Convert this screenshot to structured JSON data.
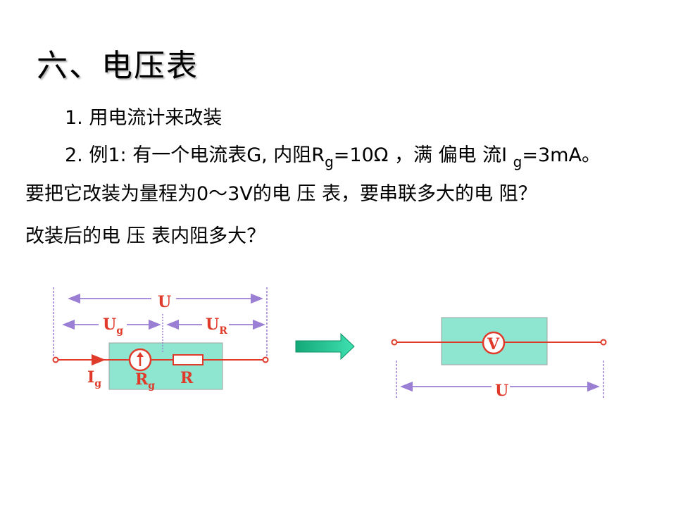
{
  "title": "六、电压表",
  "lines": {
    "l1": "1. 用电流计来改装",
    "l2_a": "2. 例1: 有一个电流表G, 内阻R",
    "l2_sub1": "g",
    "l2_b": "=10Ω ，满 偏电 流I ",
    "l2_sub2": "g",
    "l2_c": "=3mA。",
    "l3": "要把它改装为量程为0～3V的电 压 表，要串联多大的电 阻？",
    "l4": "改装后的电 压 表内阻多大？"
  },
  "diagram_left": {
    "U": "U",
    "Ug_main": "U",
    "Ug_sub": "g",
    "UR_main": "U",
    "UR_sub": "R",
    "Ig_main": "I",
    "Ig_sub": "g",
    "Rg_main": "R",
    "Rg_sub": "g",
    "R": "R"
  },
  "diagram_right": {
    "V": "V",
    "U": "U"
  },
  "colors": {
    "box_fill": "#8ee6d0",
    "box_stroke": "#a0a0a0",
    "dim_line": "#9b7fd4",
    "red": "#e03a2a",
    "label_red": "#e03a2a",
    "arrow_green": "#1fbf8a"
  }
}
